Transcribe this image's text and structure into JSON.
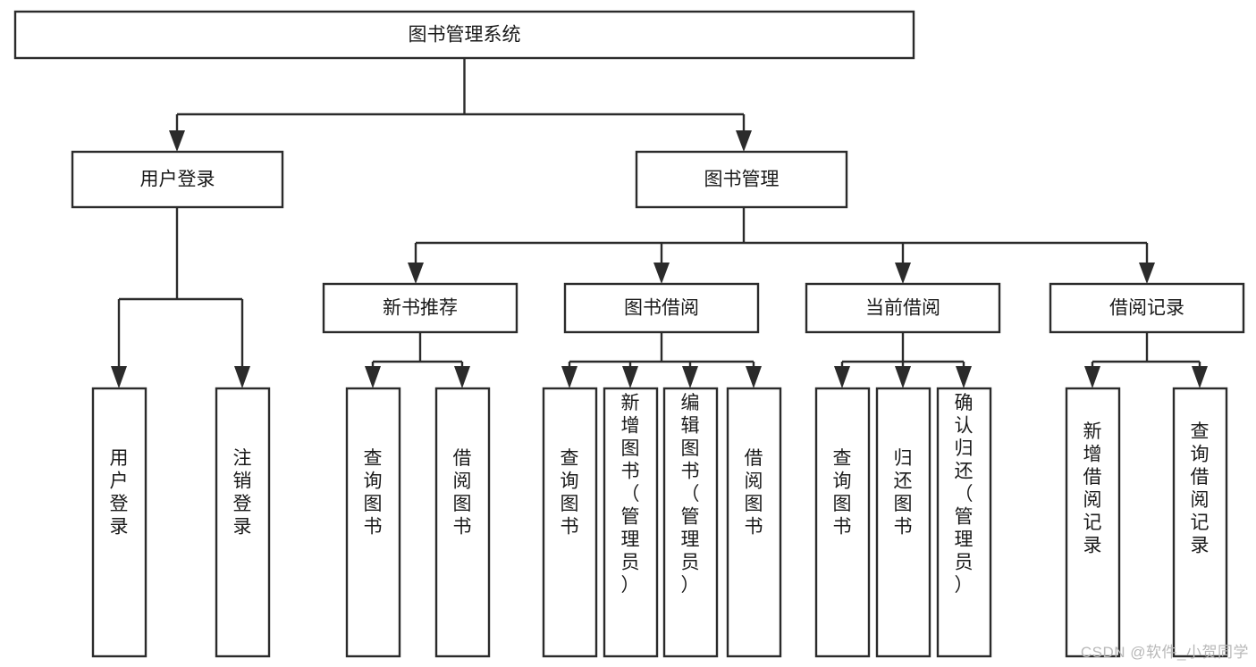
{
  "diagram": {
    "title": "图书管理系统",
    "type": "tree-hierarchy-chart",
    "watermark": "CSDN @软件_小贺同学",
    "colors": {
      "background": "#ffffff",
      "box_fill": "#ffffff",
      "box_stroke": "#2b2b2b",
      "text": "#1a1a1a",
      "watermark": "#b8b8b8"
    },
    "root": {
      "id": "root",
      "label": "图书管理系统",
      "orientation": "horizontal"
    },
    "level2": [
      {
        "id": "user-login",
        "label": "用户登录",
        "orientation": "horizontal"
      },
      {
        "id": "book-management",
        "label": "图书管理",
        "orientation": "horizontal"
      }
    ],
    "level3": [
      {
        "id": "new-book-recommend",
        "label": "新书推荐",
        "orientation": "horizontal",
        "parent": "book-management"
      },
      {
        "id": "book-borrow",
        "label": "图书借阅",
        "orientation": "horizontal",
        "parent": "book-management"
      },
      {
        "id": "current-borrow",
        "label": "当前借阅",
        "orientation": "horizontal",
        "parent": "book-management"
      },
      {
        "id": "borrow-record",
        "label": "借阅记录",
        "orientation": "horizontal",
        "parent": "book-management"
      }
    ],
    "leaves": [
      {
        "id": "leaf-user-login",
        "label": "用户登录",
        "orientation": "vertical",
        "parent": "user-login"
      },
      {
        "id": "leaf-user-logout",
        "label": "注销登录",
        "orientation": "vertical",
        "parent": "user-login"
      },
      {
        "id": "leaf-query-book-1",
        "label": "查询图书",
        "orientation": "vertical",
        "parent": "new-book-recommend"
      },
      {
        "id": "leaf-borrow-book-1",
        "label": "借阅图书",
        "orientation": "vertical",
        "parent": "new-book-recommend"
      },
      {
        "id": "leaf-query-book-2",
        "label": "查询图书",
        "orientation": "vertical",
        "parent": "book-borrow"
      },
      {
        "id": "leaf-add-book",
        "label": "新增图书（管理员）",
        "orientation": "vertical",
        "parent": "book-borrow"
      },
      {
        "id": "leaf-edit-book",
        "label": "编辑图书（管理员）",
        "orientation": "vertical",
        "parent": "book-borrow"
      },
      {
        "id": "leaf-borrow-book-2",
        "label": "借阅图书",
        "orientation": "vertical",
        "parent": "book-borrow"
      },
      {
        "id": "leaf-query-book-3",
        "label": "查询图书",
        "orientation": "vertical",
        "parent": "current-borrow"
      },
      {
        "id": "leaf-return-book",
        "label": "归还图书",
        "orientation": "vertical",
        "parent": "current-borrow"
      },
      {
        "id": "leaf-confirm-return",
        "label": "确认归还（管理员）",
        "orientation": "vertical",
        "parent": "current-borrow"
      },
      {
        "id": "leaf-add-record",
        "label": "新增借阅记录",
        "orientation": "vertical",
        "parent": "borrow-record"
      },
      {
        "id": "leaf-query-record",
        "label": "查询借阅记录",
        "orientation": "vertical",
        "parent": "borrow-record"
      }
    ]
  }
}
